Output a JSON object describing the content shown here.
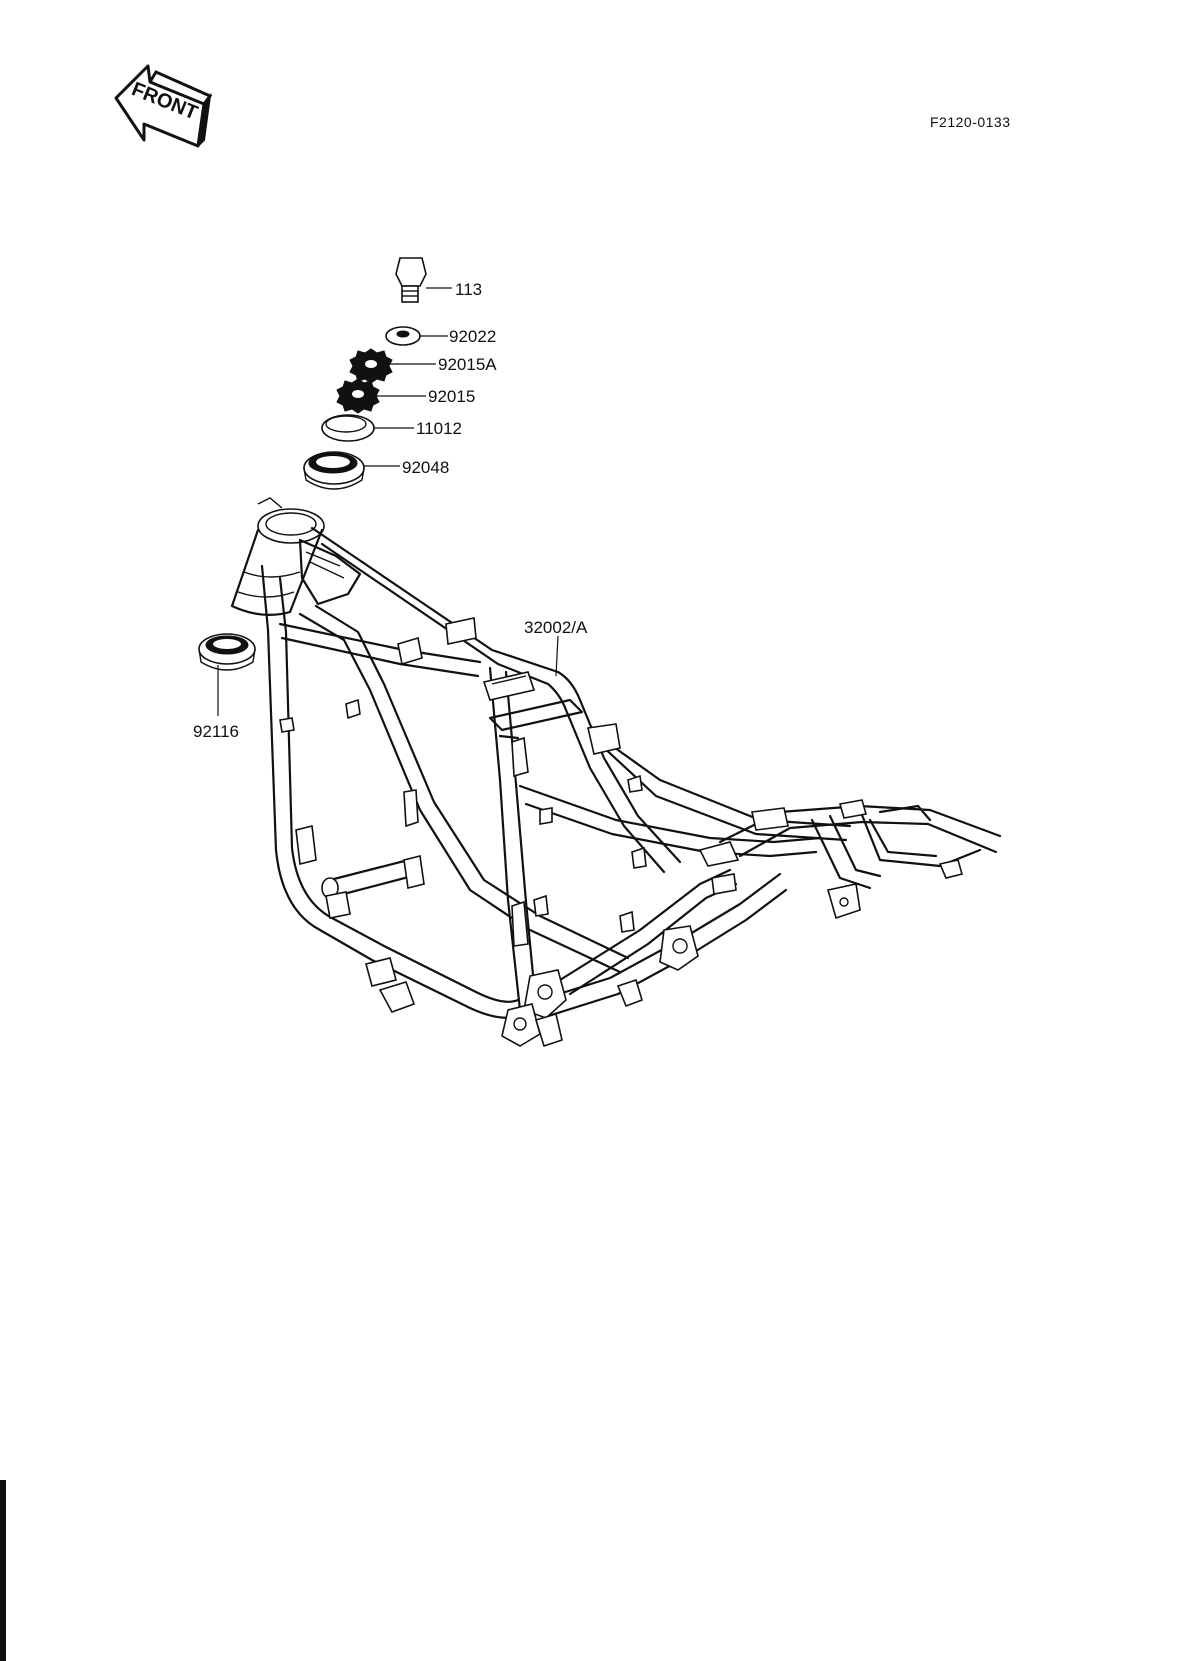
{
  "header": {
    "front_label": "FRONT",
    "doc_code": "F2120-0133"
  },
  "callouts": [
    {
      "part_no": "113"
    },
    {
      "part_no": "92022"
    },
    {
      "part_no": "92015A"
    },
    {
      "part_no": "92015"
    },
    {
      "part_no": "11012"
    },
    {
      "part_no": "92048"
    },
    {
      "part_no": "32002/A"
    },
    {
      "part_no": "92116"
    }
  ]
}
